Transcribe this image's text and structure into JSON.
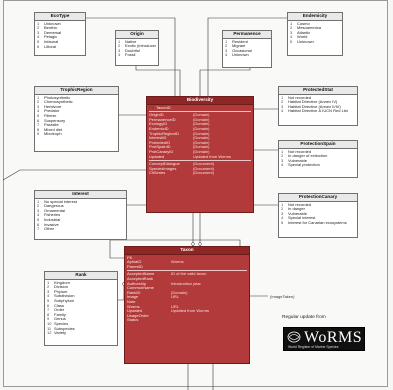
{
  "tables": {
    "ecology": {
      "title": "EcoType",
      "rows": [
        "Unknown",
        "Benthic",
        "Demersal",
        "Pelagic",
        "Infaunal",
        "Littoral"
      ]
    },
    "origin": {
      "title": "Origin",
      "rows": [
        "Native",
        "Exotic (introduced)",
        "Doubtful",
        "Fossil"
      ]
    },
    "permanence": {
      "title": "Permanence",
      "rows": [
        "Resident",
        "Migrant",
        "Occasional",
        "Unknown"
      ]
    },
    "endemicity": {
      "title": "Endemicity",
      "rows": [
        "Cosmo",
        "Mesoamerica",
        "Atlantic",
        "World",
        "Unknown"
      ]
    },
    "trophic": {
      "title": "TrophicRegion",
      "rows": [
        "Photosynthetic",
        "Chemosynthetic",
        "Herbivore",
        "Predator",
        "Filterer",
        "Suspensory",
        "Parasite",
        "Mixed diet",
        "Mixotroph"
      ]
    },
    "protected": {
      "title": "ProtectedStat",
      "rows": [
        "Not recorded",
        "Habitat Directive (Annex IV)",
        "Habitat Directive (Annex II/IV)",
        "Habitat Directive & IUCN Red List"
      ]
    },
    "protection_spain": {
      "title": "ProtectionSpain",
      "rows": [
        "Not recorded",
        "In danger of extinction",
        "Vulnerable",
        "Special protection"
      ]
    },
    "interest": {
      "title": "Interest",
      "rows": [
        "No special interest",
        "Dangerous",
        "Ornamental",
        "Fisheries",
        "Industrial",
        "Invasive",
        "Other"
      ]
    },
    "protection_canary": {
      "title": "ProtectionCanary",
      "rows": [
        "Not recorded",
        "In danger",
        "Vulnerable",
        "Special interest",
        "Interest for Canarian ecosystems"
      ]
    },
    "rank": {
      "title": "Rank",
      "rows": [
        "Kingdom",
        "Division",
        "Phylum",
        "Subdivision",
        "Subphylum",
        "Class",
        "Order",
        "Family",
        "Genus",
        "Species",
        "Subspecies",
        "Variety"
      ]
    }
  },
  "biodiversity": {
    "title": "Biodiversity",
    "key": [
      "PK",
      "TaxonID"
    ],
    "fields": [
      {
        "name": "OriginID",
        "type": "(Domain)"
      },
      {
        "name": "PermanenceID",
        "type": "(Domain)"
      },
      {
        "name": "EcologyID",
        "type": "(Domain)"
      },
      {
        "name": "EndemicID",
        "type": "(Domain)"
      },
      {
        "name": "TrophicRegionID",
        "type": "(Domain)"
      },
      {
        "name": "InterestID",
        "type": "(Domain)"
      },
      {
        "name": "ProtectedID",
        "type": "(Domain)"
      },
      {
        "name": "ProtSpainID",
        "type": "(Domain)"
      },
      {
        "name": "ProtCanaryID",
        "type": "(Domain)"
      },
      {
        "name": "Updated",
        "type": "Updated from Worms"
      }
    ],
    "fields2": [
      {
        "name": "ConceptDialogue",
        "type": "(Document)"
      },
      {
        "name": "SpeciesImages",
        "type": "(Document)"
      },
      {
        "name": "CitSeries",
        "type": "(Document)"
      }
    ]
  },
  "taxon": {
    "title": "Taxon",
    "keys": [
      {
        "name": "PK",
        "type": ""
      },
      {
        "name": "AphiaID",
        "type": "Worms"
      },
      {
        "name": "ParentID",
        "type": ""
      }
    ],
    "fields": [
      {
        "name": "AcceptedName",
        "type": "ID of the valid taxon"
      },
      {
        "name": "AcceptedRank",
        "type": ""
      },
      {
        "name": "Authorship",
        "type": "Introduction year"
      },
      {
        "name": "CommonName",
        "type": ""
      },
      {
        "name": "RankID",
        "type": "(Domain)"
      },
      {
        "name": "Image",
        "type": "URL"
      },
      {
        "name": "Note",
        "type": ""
      },
      {
        "name": "Worms",
        "type": "URL"
      },
      {
        "name": "Updated",
        "type": "Updated from Worms"
      },
      {
        "name": "UsageOrder",
        "type": ""
      },
      {
        "name": "Status",
        "type": ""
      }
    ]
  },
  "external": {
    "image_label": "(ImageTaken)"
  },
  "worms": {
    "regular_update": "Regular update from",
    "logo_text": "WoRMS",
    "logo_sub": "World Register of Marine Species"
  }
}
